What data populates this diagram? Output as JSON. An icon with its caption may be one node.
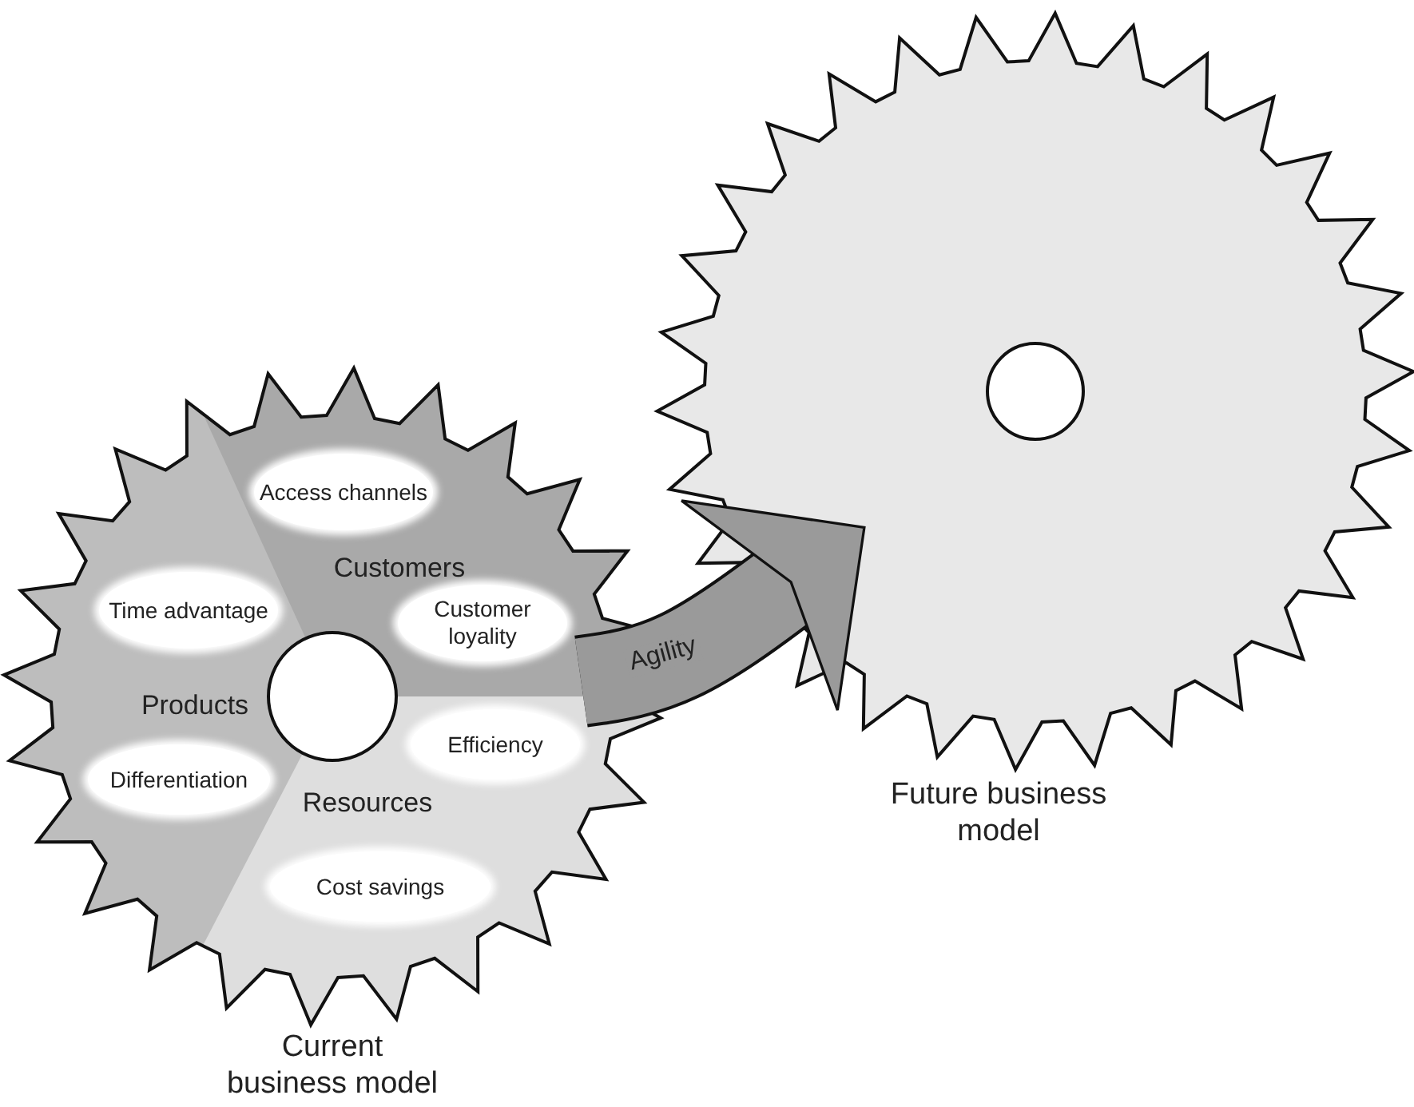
{
  "diagram": {
    "nodes": [
      {
        "text": [
          "Current business model"
        ]
      },
      {
        "text": [
          "Access channels"
        ],
        "in": 0
      },
      {
        "text": [
          "Time advantage"
        ],
        "in": 0
      },
      {
        "text": [
          "Customer loyality"
        ],
        "in": 0
      },
      {
        "text": [
          "Differentiation"
        ],
        "in": 0
      },
      {
        "text": [
          "Efficiency"
        ],
        "in": 0
      },
      {
        "text": [
          "Cost savings"
        ],
        "in": 0
      },
      {
        "text": [
          "Future business model"
        ]
      }
    ],
    "edges": [
      {
        "from": 0,
        "to": 7,
        "arrow": "to",
        "label": "Agility"
      }
    ],
    "labels": [
      "Customers",
      "Products",
      "Resources"
    ]
  }
}
